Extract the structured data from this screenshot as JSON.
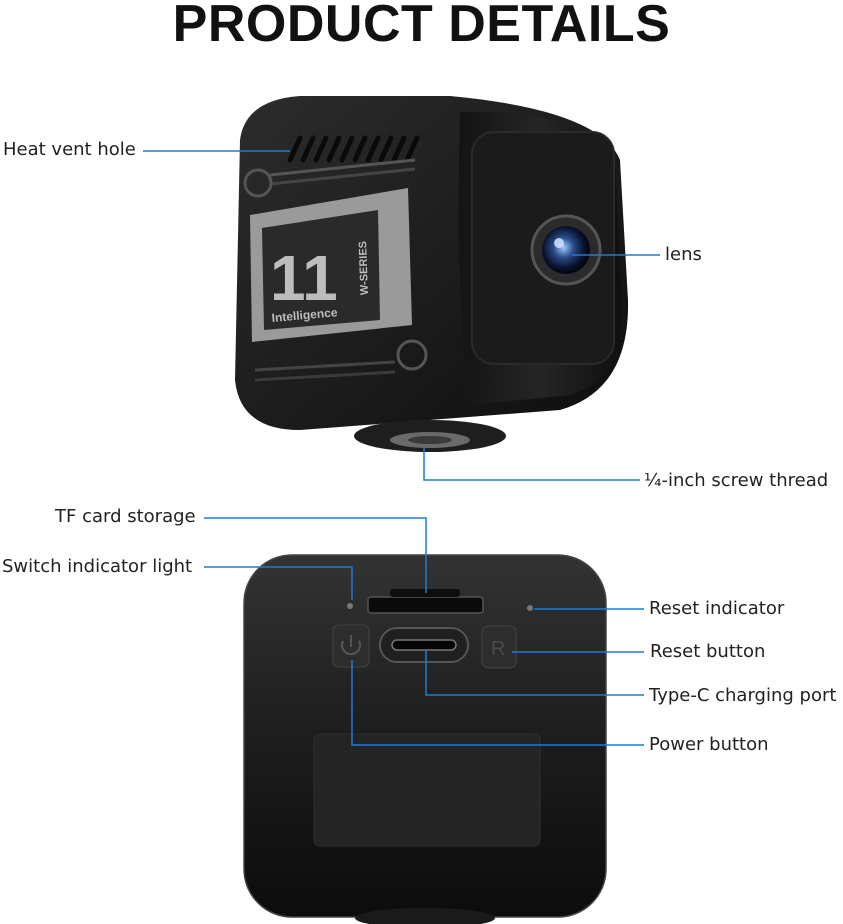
{
  "header": {
    "title": "PRODUCT DETAILS"
  },
  "device_front": {
    "badge_number": "11",
    "badge_series": "W-SERIES",
    "badge_word": "Intelligence"
  },
  "callouts": {
    "heat_vent": "Heat vent hole",
    "lens": "lens",
    "screw_thread": "¼-inch screw thread",
    "tf_card": "TF card storage",
    "switch_light": "Switch indicator light",
    "reset_indicator": "Reset indicator",
    "reset_button": "Reset button",
    "type_c": "Type-C charging port",
    "power_button": "Power button"
  },
  "colors": {
    "leader_line": "#1f7bd1",
    "body": "#1a1a1a"
  }
}
